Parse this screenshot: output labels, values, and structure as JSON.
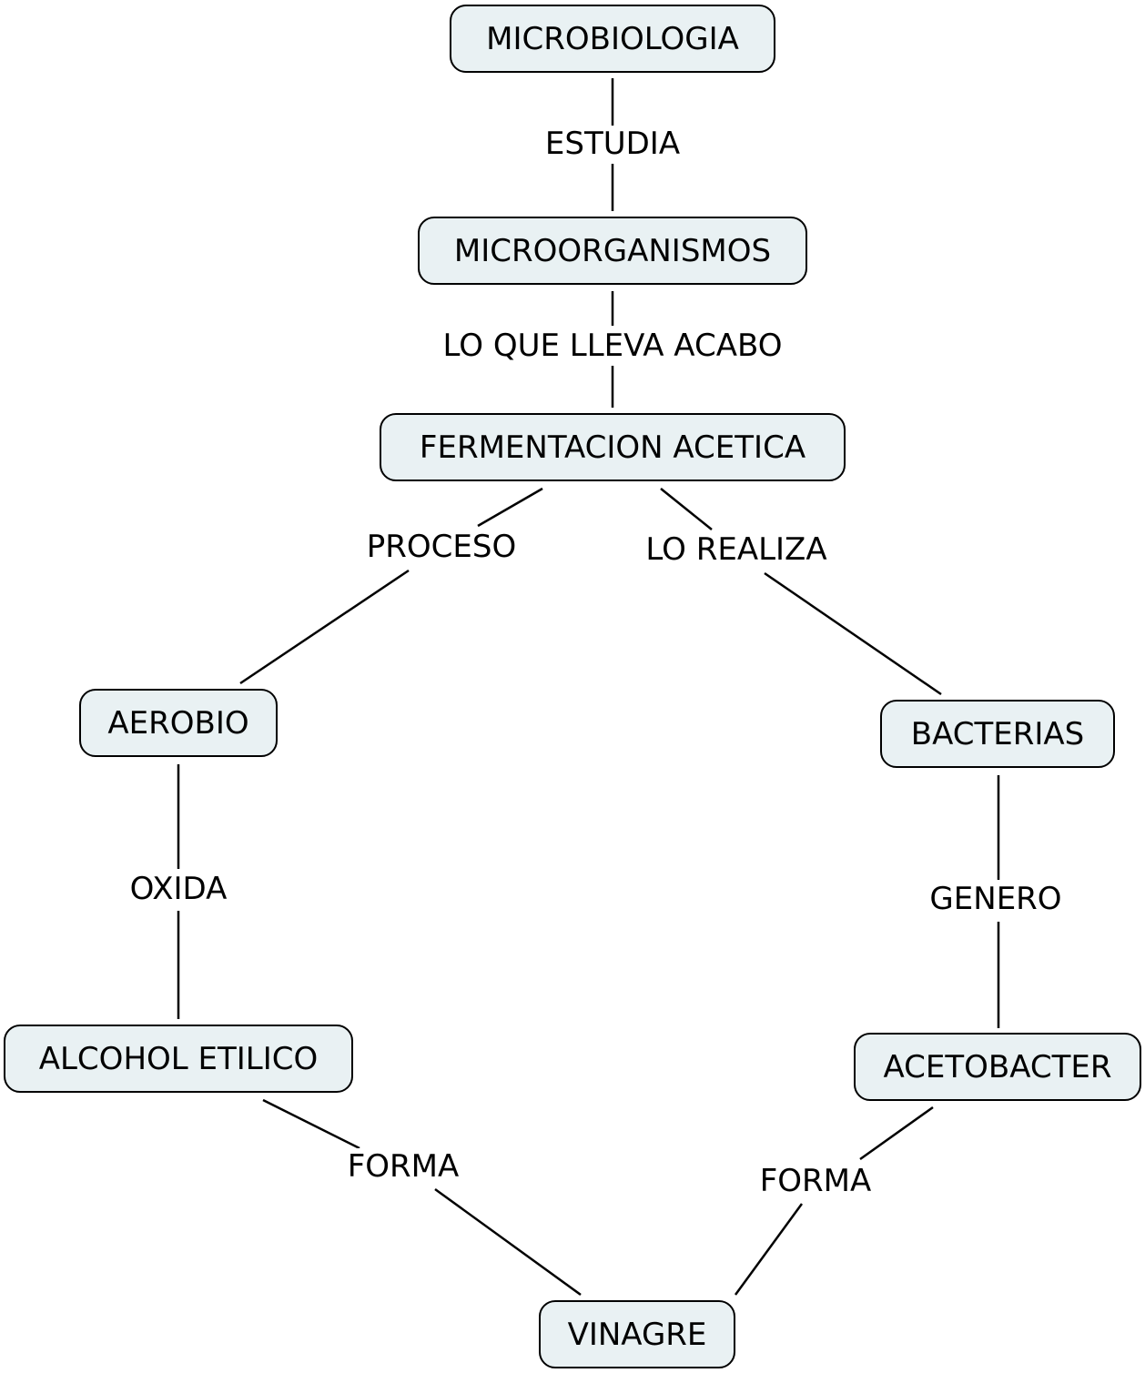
{
  "concepts": {
    "microbiologia": "MICROBIOLOGIA",
    "microorganismos": "MICROORGANISMOS",
    "fermentacion": "FERMENTACION ACETICA",
    "aerobio": "AEROBIO",
    "bacterias": "BACTERIAS",
    "alcohol": "ALCOHOL ETILICO",
    "acetobacter": "ACETOBACTER",
    "vinagre": "VINAGRE"
  },
  "links": {
    "estudia": "ESTUDIA",
    "lleva": "LO QUE LLEVA ACABO",
    "proceso": "PROCESO",
    "realiza": "LO REALIZA",
    "oxida": "OXIDA",
    "genero": "GENERO",
    "forma_left": "FORMA",
    "forma_right": "FORMA"
  },
  "colors": {
    "node_fill": "#e9f1f3",
    "stroke": "#000000"
  }
}
